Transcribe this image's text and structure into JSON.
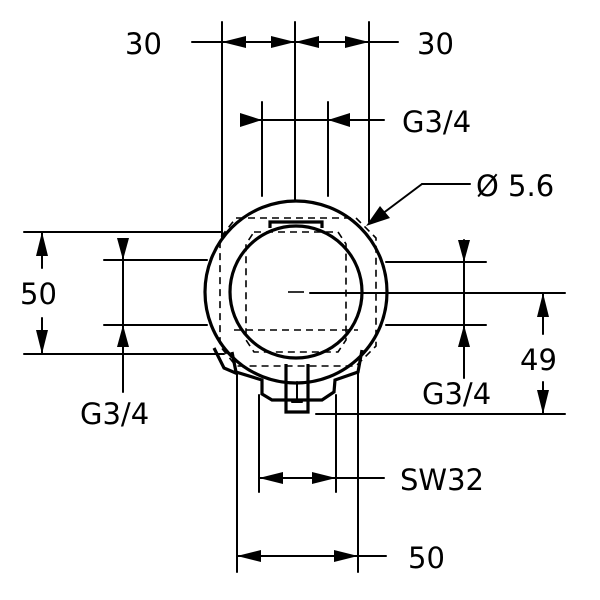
{
  "diagram": {
    "dim_top_left": "30",
    "dim_top_right": "30",
    "thread_top": "G3/4",
    "hole_diameter": "Ø 5.6",
    "dim_left_height": "50",
    "thread_left": "G3/4",
    "thread_right": "G3/4",
    "dim_right_height": "49",
    "wrench_size": "SW32",
    "dim_bottom_width": "50"
  }
}
